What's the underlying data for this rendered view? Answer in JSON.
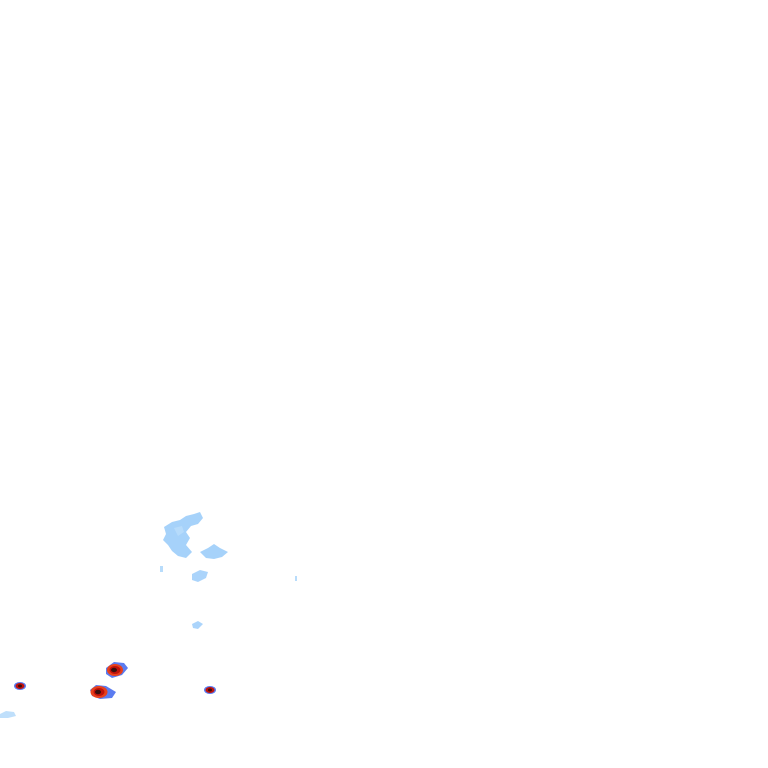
{
  "palette": {
    "background": "#ffffff",
    "light_precip": "#9ccdfa",
    "light_precip_edge": "#b8dcfb",
    "moderate_precip": "#5b7cf0",
    "heavy_precip": "#e8401c",
    "intense_precip": "#c0110a",
    "extreme_core": "#3a0d0d"
  },
  "echoes": [
    {
      "category": "light"
    },
    {
      "category": "light"
    },
    {
      "category": "light"
    },
    {
      "category": "light"
    },
    {
      "category": "light"
    },
    {
      "category": "light"
    },
    {
      "category": "light"
    },
    {
      "category": "intense"
    },
    {
      "category": "intense"
    },
    {
      "category": "intense"
    },
    {
      "category": "intense"
    }
  ]
}
